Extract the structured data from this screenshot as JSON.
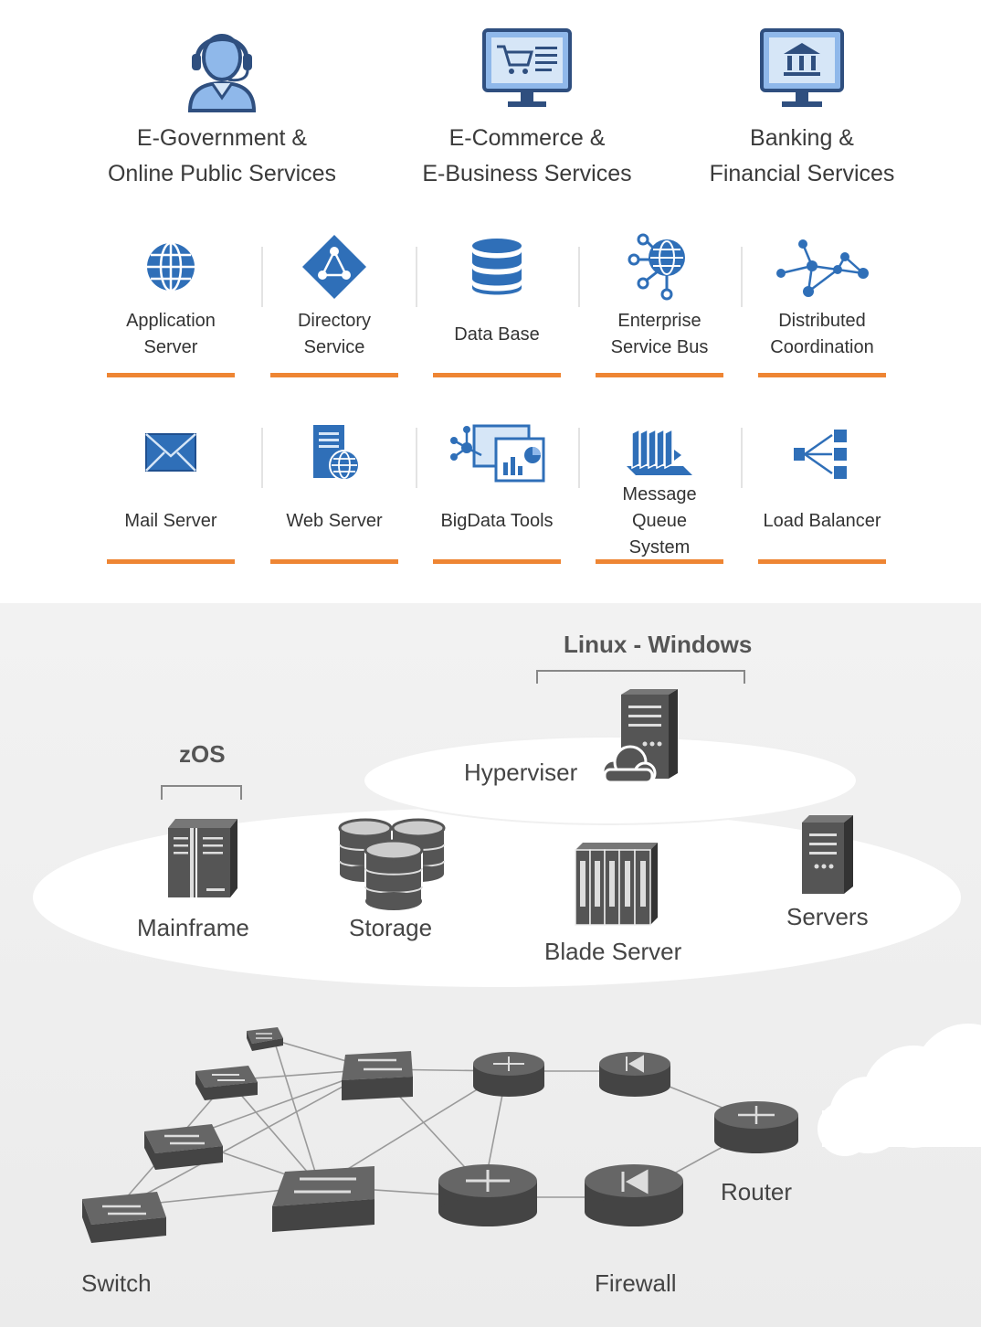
{
  "sectors": [
    {
      "line1": "E-Government &",
      "line2": "Online Public Services",
      "icon": "headset-agent-icon"
    },
    {
      "line1": "E-Commerce &",
      "line2": "E-Business Services",
      "icon": "shopping-cart-monitor-icon"
    },
    {
      "line1": "Banking &",
      "line2": "Financial Services",
      "icon": "bank-monitor-icon"
    }
  ],
  "services_row1": [
    {
      "line1": "Application",
      "line2": "Server",
      "icon": "globe-icon"
    },
    {
      "line1": "Directory",
      "line2": "Service",
      "icon": "directory-diamond-icon"
    },
    {
      "line1": "Data Base",
      "line2": "",
      "icon": "database-icon"
    },
    {
      "line1": "Enterprise",
      "line2": "Service Bus",
      "icon": "globe-network-icon"
    },
    {
      "line1": "Distributed",
      "line2": "Coordination",
      "icon": "node-graph-icon"
    }
  ],
  "services_row2": [
    {
      "line1": "Mail Server",
      "line2": "",
      "icon": "envelope-icon"
    },
    {
      "line1": "Web Server",
      "line2": "",
      "icon": "server-globe-icon"
    },
    {
      "line1": "BigData Tools",
      "line2": "",
      "icon": "analytics-dashboard-icon"
    },
    {
      "line1": "Message Queue",
      "line2": "System",
      "icon": "message-queue-icon"
    },
    {
      "line1": "Load Balancer",
      "line2": "",
      "icon": "load-balancer-icon"
    }
  ],
  "infrastructure": {
    "os_header": "Linux - Windows",
    "zos_header": "zOS",
    "hyperviser": "Hyperviser",
    "mainframe": "Mainframe",
    "storage": "Storage",
    "blade_server": "Blade Server",
    "servers": "Servers",
    "switch": "Switch",
    "firewall": "Firewall",
    "router": "Router"
  },
  "colors": {
    "accent_orange": "#ee8533",
    "icon_blue": "#2f6fb8",
    "icon_light_blue": "#d6e6f7",
    "device_gray": "#555555"
  }
}
